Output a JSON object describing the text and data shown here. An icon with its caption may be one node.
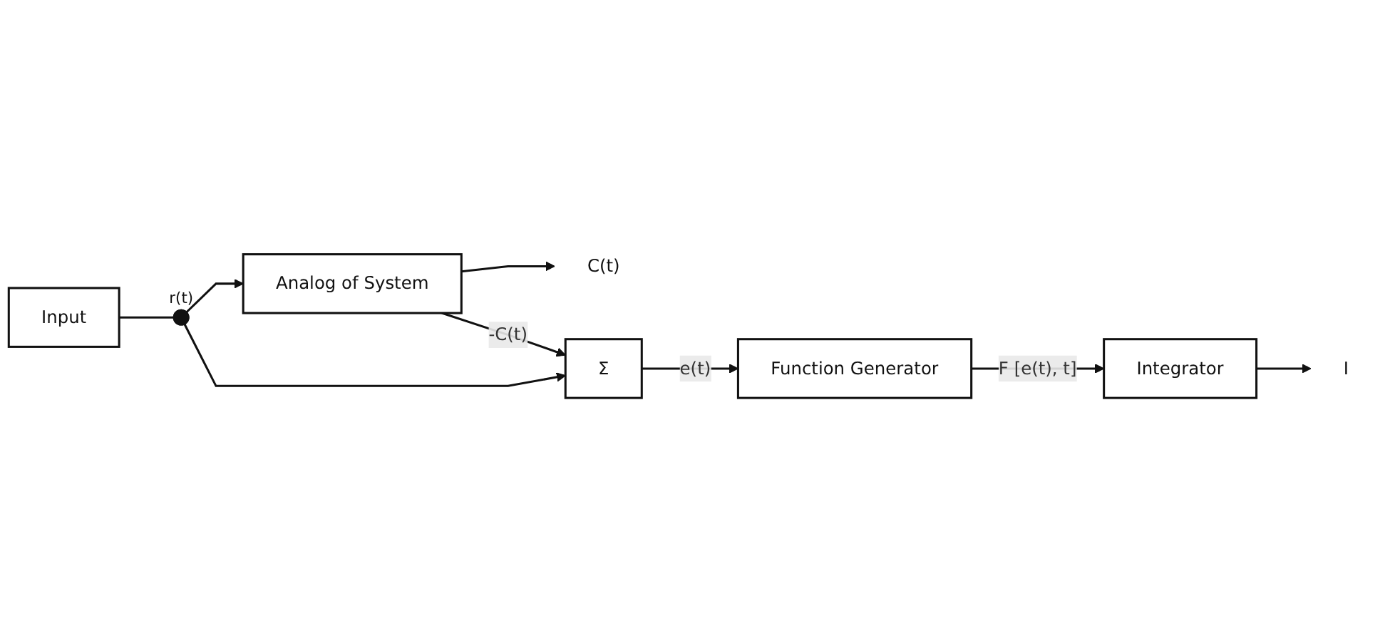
{
  "diagram": {
    "nodes": [
      {
        "text": [
          "Input"
        ]
      },
      {
        "text": [],
        "shape": "circle",
        "beside": [
          "r(t)"
        ]
      },
      {
        "text": [
          "Analog of System"
        ]
      },
      {
        "text": [
          "C(t)"
        ]
      },
      {
        "text": [
          "Σ"
        ]
      },
      {
        "text": [
          "Function Generator"
        ]
      },
      {
        "text": [
          "Integrator"
        ]
      },
      {
        "text": [
          "I"
        ]
      }
    ],
    "edges": [
      {
        "from": 0,
        "to": 1,
        "arrow": "none"
      },
      {
        "from": 1,
        "to": 2,
        "arrow": "to"
      },
      {
        "from": 2,
        "to": 3,
        "arrow": "to"
      },
      {
        "from": 2,
        "to": 4,
        "arrow": "to",
        "label": "-C(t)"
      },
      {
        "from": 1,
        "to": 4,
        "arrow": "to"
      },
      {
        "from": 4,
        "to": 5,
        "arrow": "to",
        "label": "e(t)"
      },
      {
        "from": 5,
        "to": 6,
        "arrow": "to",
        "label": "F [e(t), t]"
      },
      {
        "from": 6,
        "to": 7,
        "arrow": "to"
      }
    ]
  }
}
